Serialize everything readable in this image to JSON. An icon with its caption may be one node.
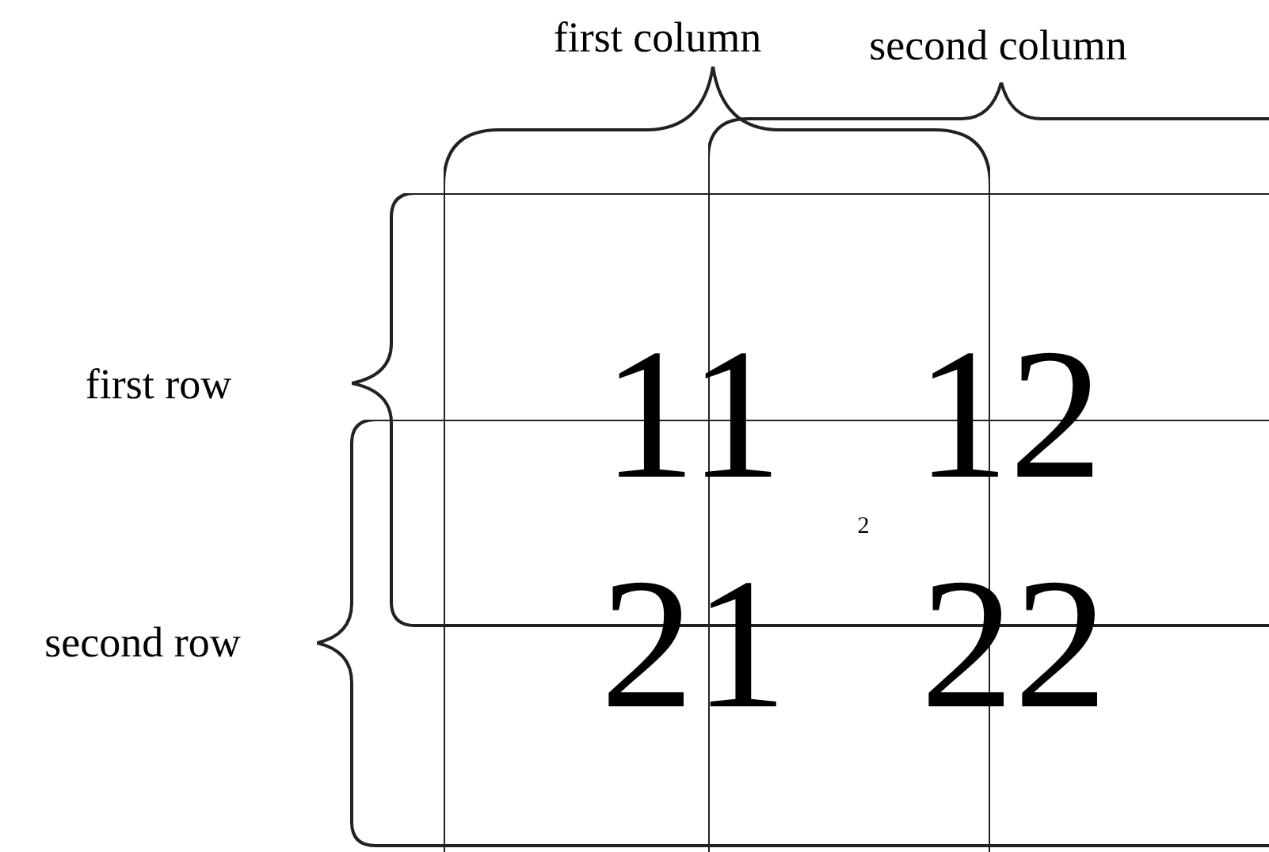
{
  "diagram": {
    "nodes": [
      {
        "text": [
          "first column"
        ]
      },
      {
        "text": [
          "second column"
        ]
      },
      {
        "text": [
          "first row"
        ]
      },
      {
        "text": [
          "second row"
        ]
      }
    ],
    "labels": [
      "11",
      "12",
      "2",
      "21",
      "22"
    ]
  }
}
